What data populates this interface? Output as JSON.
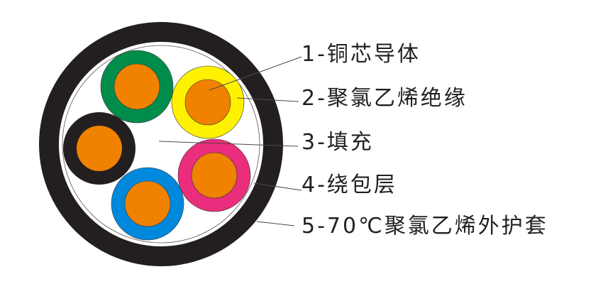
{
  "diagram": {
    "title": "",
    "colors": {
      "jacket": "#231f20",
      "copper": "#f08200",
      "green": "#008c4a",
      "yellow": "#fff200",
      "black": "#231f20",
      "blue": "#0088dd",
      "pink": "#ea2d7c",
      "leader": "#4a4a4a",
      "text": "#231f20"
    },
    "labels": [
      {
        "id": 1,
        "text": "1-铜芯导体"
      },
      {
        "id": 2,
        "text": "2-聚氯乙烯绝缘"
      },
      {
        "id": 3,
        "text": "3-填充"
      },
      {
        "id": 4,
        "text": "4-绕包层"
      },
      {
        "id": 5,
        "text": "5-70℃聚氯乙烯外护套"
      }
    ],
    "cores": [
      {
        "name": "green-core",
        "insulation": "green"
      },
      {
        "name": "yellow-core",
        "insulation": "yellow"
      },
      {
        "name": "black-core",
        "insulation": "black"
      },
      {
        "name": "pink-core",
        "insulation": "pink"
      },
      {
        "name": "blue-core",
        "insulation": "blue"
      }
    ]
  }
}
